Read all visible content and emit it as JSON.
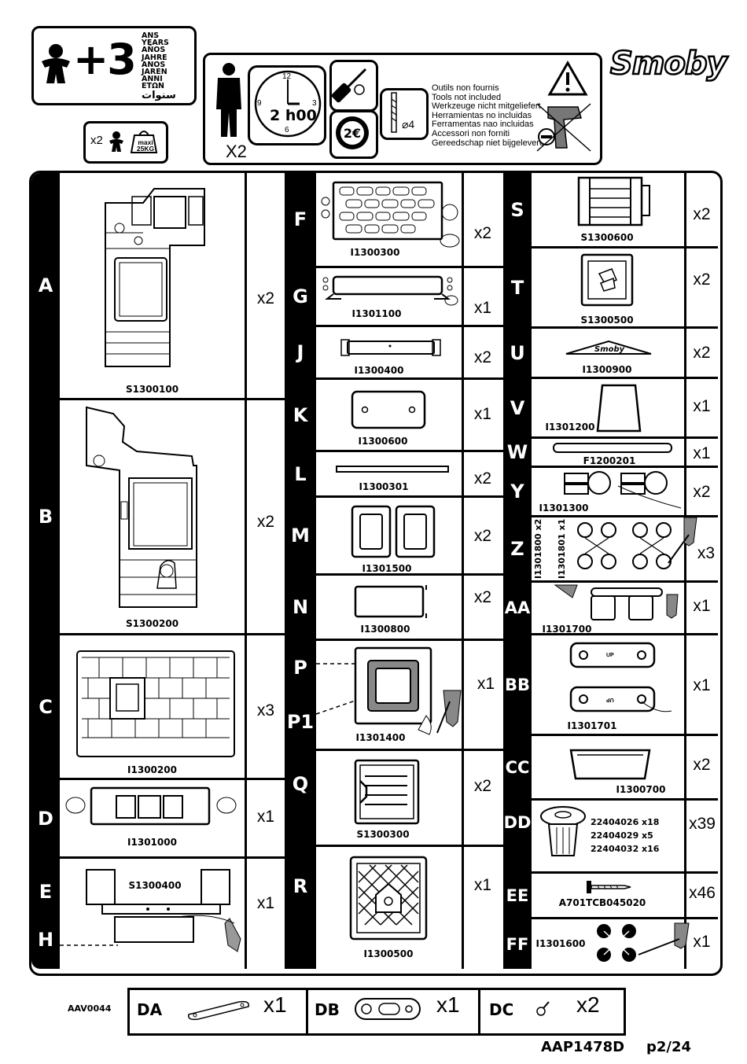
{
  "header": {
    "age_value": "+3",
    "age_words": [
      "ANS",
      "YEARS",
      "AÑOS",
      "JAHRE",
      "ANOS",
      "JAREN",
      "ANNI",
      "ΕΤΩΝ",
      "سنوات"
    ],
    "max_users": "x2",
    "max_weight": "maxi 25KG",
    "adults": "X2",
    "assembly_time": "2 h00",
    "clock_numbers": [
      "12",
      "3",
      "6",
      "9"
    ],
    "drill_size": "⌀4",
    "tools_not_included": [
      "Outils non  fournis",
      "Tools not included",
      "Werkzeuge nicht mitgeliefert",
      "Herramientas no incluidas",
      "Ferramentas nao incluidas",
      "Accessori non forniti",
      "Gereedschap niet bijgeleverd"
    ],
    "brand": "Smoby"
  },
  "parts_col1": [
    {
      "letter": "A",
      "code": "S1300100",
      "qty": "x2"
    },
    {
      "letter": "B",
      "code": "S1300200",
      "qty": "x2"
    },
    {
      "letter": "C",
      "code": "I1300200",
      "qty": "x3"
    },
    {
      "letter": "D",
      "code": "I1301000",
      "qty": "x1"
    },
    {
      "letter": "E",
      "code": "S1300400",
      "qty": "x1"
    },
    {
      "letter": "H",
      "code": "",
      "qty": ""
    }
  ],
  "parts_col2": [
    {
      "letter": "F",
      "code": "I1300300",
      "qty": "x2"
    },
    {
      "letter": "G",
      "code": "I1301100",
      "qty": "x1"
    },
    {
      "letter": "J",
      "code": "I1300400",
      "qty": "x2"
    },
    {
      "letter": "K",
      "code": "I1300600",
      "qty": "x1"
    },
    {
      "letter": "L",
      "code": "I1300301",
      "qty": "x2"
    },
    {
      "letter": "M",
      "code": "I1301500",
      "qty": "x2"
    },
    {
      "letter": "N",
      "code": "I1300800",
      "qty": "x2"
    },
    {
      "letter": "P",
      "code": "I1301400",
      "qty": "x1"
    },
    {
      "letter": "P1",
      "code": "",
      "qty": ""
    },
    {
      "letter": "Q",
      "code": "S1300300",
      "qty": "x2"
    },
    {
      "letter": "R",
      "code": "I1300500",
      "qty": "x1"
    }
  ],
  "parts_col3": [
    {
      "letter": "S",
      "code": "S1300600",
      "qty": "x2"
    },
    {
      "letter": "T",
      "code": "S1300500",
      "qty": "x2"
    },
    {
      "letter": "U",
      "code": "I1300900",
      "qty": "x2"
    },
    {
      "letter": "V",
      "code": "I1301200",
      "qty": "x1"
    },
    {
      "letter": "W",
      "code": "F1200201",
      "qty": "x1"
    },
    {
      "letter": "Y",
      "code": "I1301300",
      "qty": "x2"
    },
    {
      "letter": "Z",
      "code": "",
      "qty": "x3"
    },
    {
      "letter": "AA",
      "code": "I1301700",
      "qty": "x1"
    },
    {
      "letter": "BB",
      "code": "I1301701",
      "qty": "x1"
    },
    {
      "letter": "CC",
      "code": "I1300700",
      "qty": "x2"
    },
    {
      "letter": "DD",
      "code": "",
      "qty": "x39"
    },
    {
      "letter": "EE",
      "code": "A701TCB045020",
      "qty": "x46"
    },
    {
      "letter": "FF",
      "code": "I1301600",
      "qty": "x1"
    }
  ],
  "part_u_logo": "Smoby",
  "part_z_codes": [
    "I1301800",
    "x2",
    "I1301801",
    "x1"
  ],
  "part_bb_marks": [
    "UP",
    "UP"
  ],
  "part_dd_codes": [
    "22404026 x18",
    "22404029 x5",
    "22404032 x16"
  ],
  "footer": {
    "ref": "AAV0044",
    "items": [
      {
        "letter": "DA",
        "qty": "x1"
      },
      {
        "letter": "DB",
        "qty": "x1"
      },
      {
        "letter": "DC",
        "qty": "x2"
      }
    ],
    "doc_code": "AAP1478D",
    "page": "p2/24"
  }
}
